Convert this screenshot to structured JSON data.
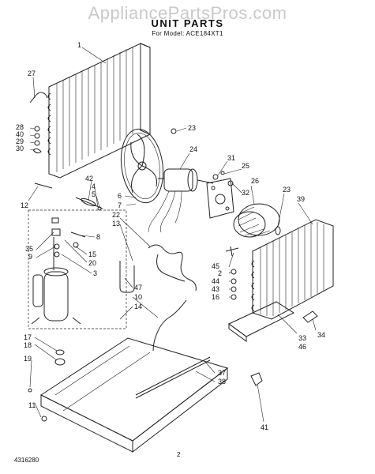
{
  "watermark": "AppliancePartsPros.com",
  "title": "UNIT PARTS",
  "subtitle": "For Model: ACE184XT1",
  "footer": {
    "doc_number": "4316280",
    "page": "2"
  },
  "callouts": {
    "c1": "1",
    "c27": "27",
    "c28": "28",
    "c40": "40",
    "c29": "29",
    "c30": "30",
    "c23a": "23",
    "c24": "24",
    "c31": "31",
    "c25": "25",
    "c32": "32",
    "c26": "26",
    "c23b": "23",
    "c39": "39",
    "c42": "42",
    "c4": "4",
    "c5": "5",
    "c12": "12",
    "c6": "6",
    "c7": "7",
    "c22": "22",
    "c13": "13",
    "c8": "8",
    "c35": "35",
    "c9": "9",
    "c15": "15",
    "c20": "20",
    "c3": "3",
    "c47": "47",
    "c10": "10",
    "c14": "14",
    "c45": "45",
    "c2": "2",
    "c44": "44",
    "c43": "43",
    "c16": "16",
    "c33": "33",
    "c46": "46",
    "c34": "34",
    "c17": "17",
    "c18": "18",
    "c19": "19",
    "c37": "37",
    "c38": "38",
    "c11": "11",
    "c41": "41"
  }
}
